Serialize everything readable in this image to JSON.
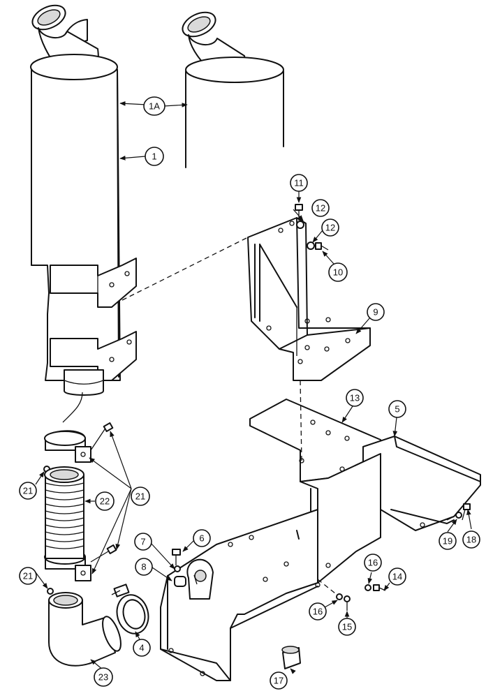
{
  "callouts": [
    {
      "id": "c1",
      "label": "1"
    },
    {
      "id": "c1a",
      "label": "1A"
    },
    {
      "id": "c4",
      "label": "4"
    },
    {
      "id": "c5",
      "label": "5"
    },
    {
      "id": "c6",
      "label": "6"
    },
    {
      "id": "c7",
      "label": "7"
    },
    {
      "id": "c8",
      "label": "8"
    },
    {
      "id": "c9",
      "label": "9"
    },
    {
      "id": "c10",
      "label": "10"
    },
    {
      "id": "c11",
      "label": "11"
    },
    {
      "id": "c12a",
      "label": "12"
    },
    {
      "id": "c12b",
      "label": "12"
    },
    {
      "id": "c13",
      "label": "13"
    },
    {
      "id": "c14",
      "label": "14"
    },
    {
      "id": "c15",
      "label": "15"
    },
    {
      "id": "c16a",
      "label": "16"
    },
    {
      "id": "c16b",
      "label": "16"
    },
    {
      "id": "c17",
      "label": "17"
    },
    {
      "id": "c18",
      "label": "18"
    },
    {
      "id": "c19",
      "label": "19"
    },
    {
      "id": "c21a",
      "label": "21"
    },
    {
      "id": "c21b",
      "label": "21"
    },
    {
      "id": "c21c",
      "label": "21"
    },
    {
      "id": "c22",
      "label": "22"
    },
    {
      "id": "c23",
      "label": "23"
    }
  ]
}
